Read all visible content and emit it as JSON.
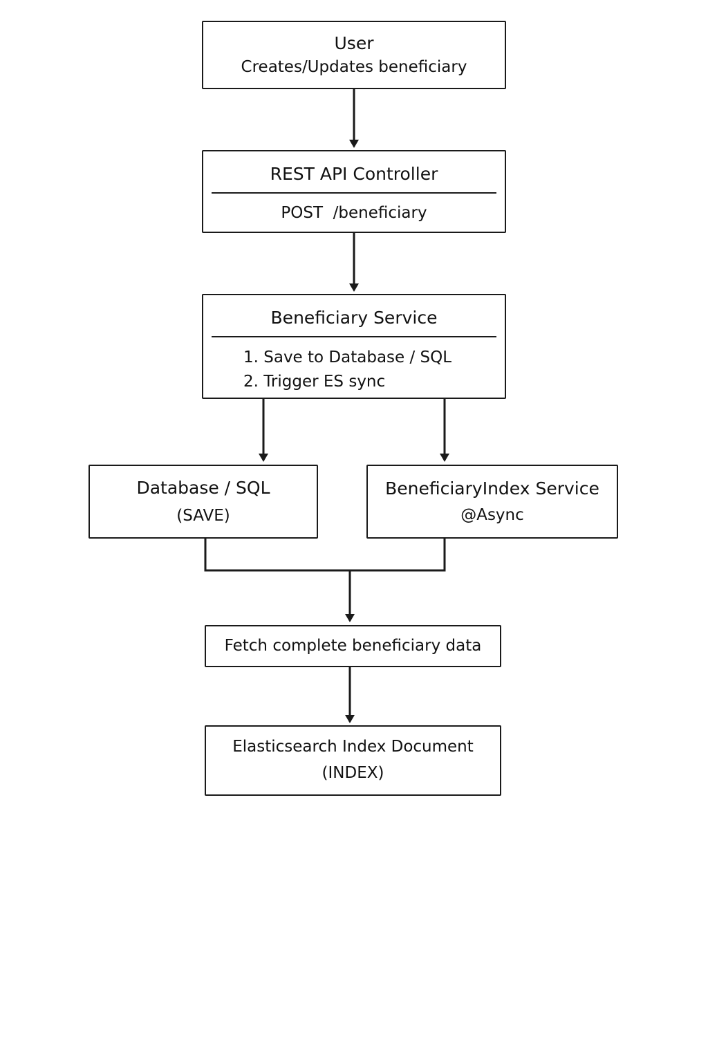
{
  "nodes": {
    "user": {
      "title": "User",
      "subtitle": "Creates/Updates beneficiary"
    },
    "rest_api": {
      "title": "REST API Controller",
      "subtitle": "POST  /beneficiary"
    },
    "service": {
      "title": "Beneficiary Service",
      "steps": [
        "1. Save to Database / SQL",
        "2. Trigger ES sync"
      ]
    },
    "database": {
      "title": "Database / SQL",
      "subtitle": "(SAVE)"
    },
    "index_service": {
      "title": "BeneficiaryIndex Service",
      "subtitle": "@Async"
    },
    "fetch": {
      "title": "Fetch complete beneficiary data"
    },
    "es_index": {
      "title": "Elasticsearch Index Document",
      "subtitle": "(INDEX)"
    }
  },
  "colors": {
    "stroke": "#1a1a1a",
    "background": "#ffffff"
  }
}
